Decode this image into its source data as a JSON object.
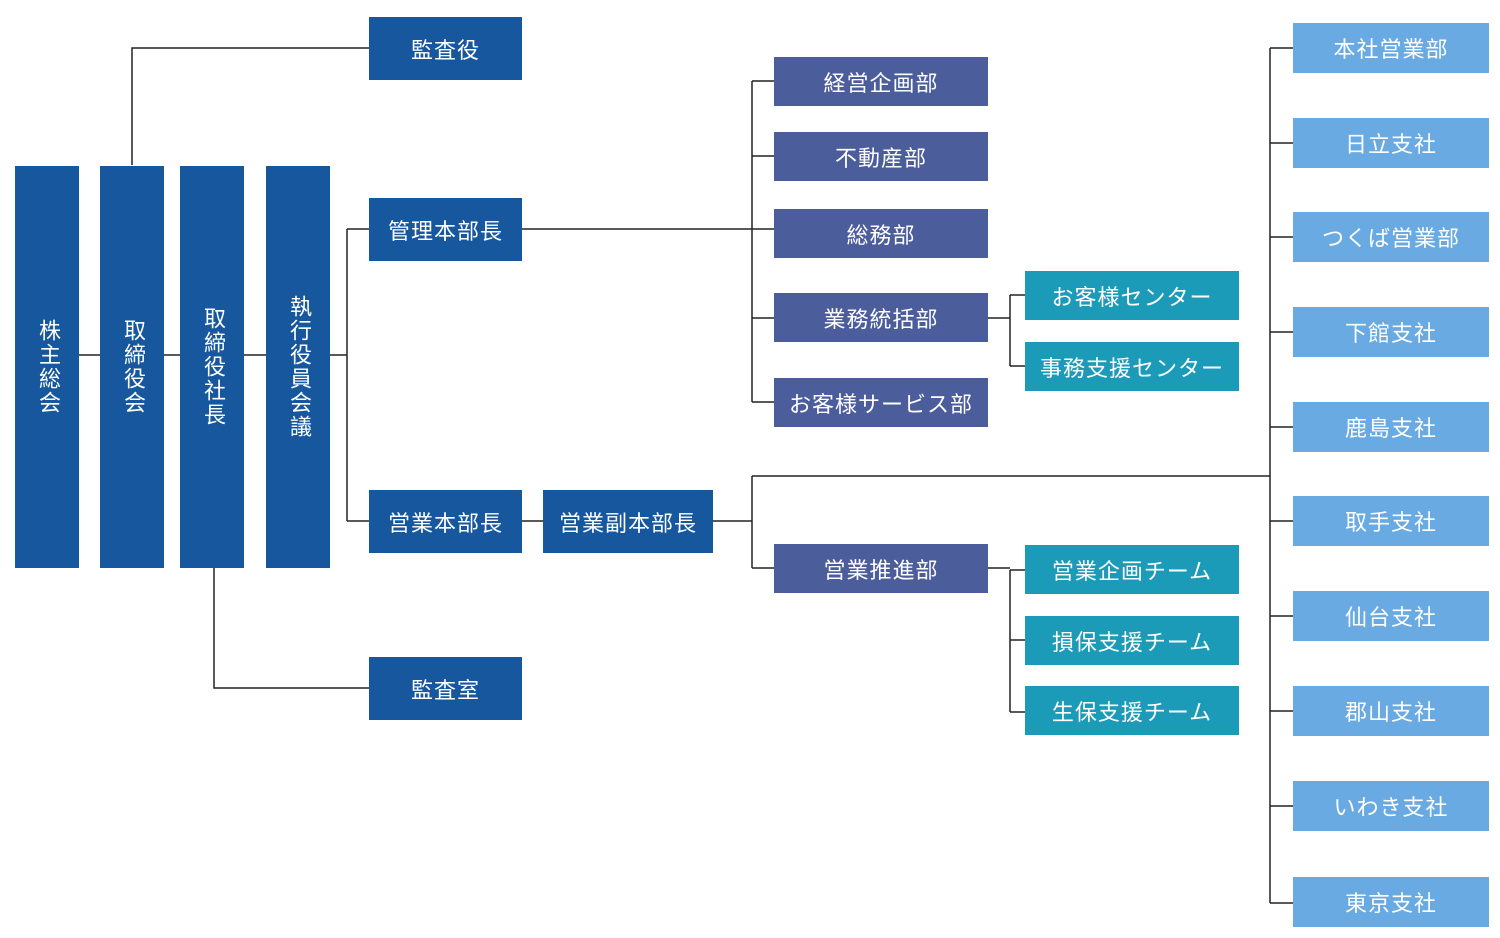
{
  "org": {
    "shareholders_meeting": "株主総会",
    "board": "取締役会",
    "president": "取締役社長",
    "executive_committee": "執行役員会議",
    "auditor": "監査役",
    "audit_office": "監査室",
    "admin_head": "管理本部長",
    "sales_head": "営業本部長",
    "sales_deputy_head": "営業副本部長",
    "admin_departments": [
      "経営企画部",
      "不動産部",
      "総務部",
      "業務統括部",
      "お客様サービス部"
    ],
    "operations_centers": [
      "お客様センター",
      "事務支援センター"
    ],
    "sales_promotion": "営業推進部",
    "sales_teams": [
      "営業企画チーム",
      "損保支援チーム",
      "生保支援チーム"
    ],
    "branches": [
      "本社営業部",
      "日立支社",
      "つくば営業部",
      "下館支社",
      "鹿島支社",
      "取手支社",
      "仙台支社",
      "郡山支社",
      "いわき支社",
      "東京支社"
    ]
  },
  "colors": {
    "executive": "#16579e",
    "department": "#4c5d9b",
    "team": "#1c9bb8",
    "branch": "#6aaae2",
    "connector": "#222222"
  }
}
